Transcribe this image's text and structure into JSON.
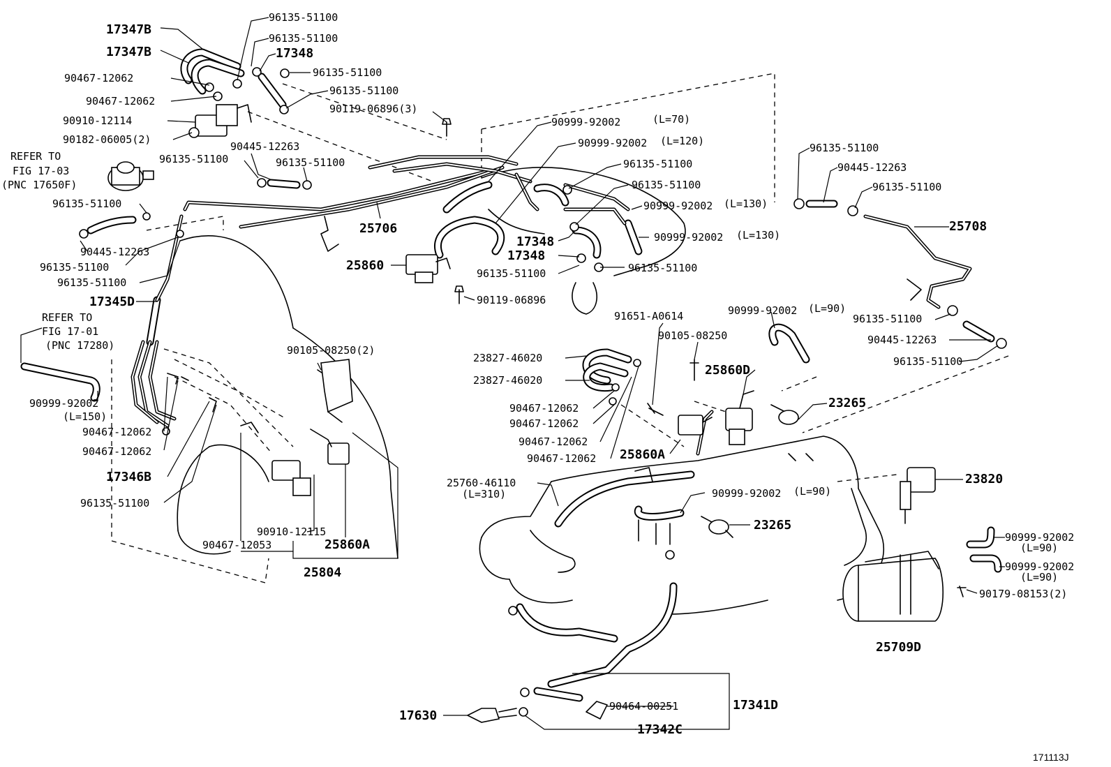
{
  "figure_id": "171113J",
  "refs": [
    {
      "line1": "REFER TO",
      "line2": "FIG 17-03",
      "line3": "(PNC 17650F)"
    },
    {
      "line1": "REFER TO",
      "line2": "FIG 17-01",
      "line3": "(PNC 17280)"
    }
  ],
  "labels": {
    "p17347b_1": "17347B",
    "p17347b_2": "17347B",
    "p96135_a": "96135-51100",
    "p96135_b": "96135-51100",
    "p17348_a": "17348",
    "p96135_c": "96135-51100",
    "p90467_a": "90467-12062",
    "p96135_d": "96135-51100",
    "p90467_b": "90467-12062",
    "p90119_a": "90119-06896(3)",
    "p90910_a": "90910-12114",
    "p90182": "90182-06005(2)",
    "p90445_a": "90445-12263",
    "p96135_e": "96135-51100",
    "p96135_f": "96135-51100",
    "p90999_a": "90999-92002",
    "p90999_a_len": "(L=70)",
    "p90999_b": "90999-92002",
    "p90999_b_len": "(L=120)",
    "p96135_g": "96135-51100",
    "p96135_h": "96135-51100",
    "p90999_c": "90999-92002",
    "p90999_c_len": "(L=130)",
    "p90999_d": "90999-92002",
    "p90999_d_len": "(L=130)",
    "p96135_i": "96135-51100",
    "p25706": "25706",
    "p90445_b": "90445-12263",
    "p96135_j": "96135-51100",
    "p96135_k": "96135-51100",
    "p17348_b": "17348",
    "p17348_c": "17348",
    "p25860": "25860",
    "p96135_l": "96135-51100",
    "p96135_m": "96135-51100",
    "p90119_b": "90119-06896",
    "p17345d": "17345D",
    "p96135_n": "96135-51100",
    "p90445_c": "90445-12263",
    "p96135_o": "96135-51100",
    "p25708": "25708",
    "p96135_p": "96135-51100",
    "p90445_d": "90445-12263",
    "p96135_q": "96135-51100",
    "p91651": "91651-A0614",
    "p90999_e": "90999-92002",
    "p90999_e_len": "(L=90)",
    "p90105_a": "90105-08250",
    "p90105_b": "90105-08250(2)",
    "p23827_a": "23827-46020",
    "p23827_b": "23827-46020",
    "p25860d": "25860D",
    "p23265_a": "23265",
    "p90467_c": "90467-12062",
    "p90467_d": "90467-12062",
    "p90467_e": "90467-12062",
    "p90467_f": "90467-12062",
    "p25860a_a": "25860A",
    "p90999_f": "90999-92002",
    "p90999_f_len": "(L=150)",
    "p90467_g": "90467-12062",
    "p90467_h": "90467-12062",
    "p17346b": "17346B",
    "p96135_r": "96135-51100",
    "p25760": "25760-46110",
    "p25760_len": "(L=310)",
    "p23820": "23820",
    "p90999_g": "90999-92002",
    "p90999_g_len": "(L=90)",
    "p23265_b": "23265",
    "p90910_b": "90910-12115",
    "p90467_i": "90467-12053",
    "p25860a_b": "25860A",
    "p25804": "25804",
    "p90999_h": "90999-92002",
    "p90999_h_len": "(L=90)",
    "p90999_i": "90999-92002",
    "p90999_i_len": "(L=90)",
    "p90179": "90179-08153(2)",
    "p25709d": "25709D",
    "p90464": "90464-00251",
    "p17341d": "17341D",
    "p17630": "17630",
    "p17342c": "17342C"
  }
}
